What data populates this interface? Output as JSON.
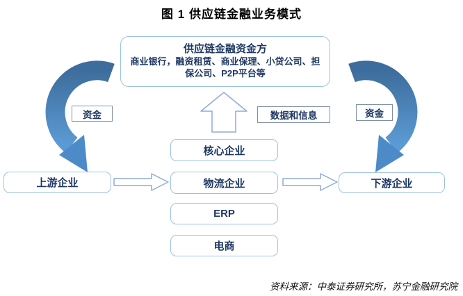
{
  "title": "图 1  供应链金融业务模式",
  "diagram": {
    "funder_box": {
      "title": "供应链金融资金方",
      "body": "商业银行，融资租赁、商业保理、小贷公司、担保公司、P2P平台等"
    },
    "labels": {
      "funds_left": "资金",
      "funds_right": "资金",
      "data_info": "数据和信息"
    },
    "chain": {
      "upstream": "上游企业",
      "logistics": "物流企业",
      "downstream": "下游企业"
    },
    "middle_boxes": [
      "核心企业",
      "物流企业",
      "ERP",
      "电商"
    ],
    "arrows": [
      {
        "name": "funds-flow-left",
        "meaning": "资金 flows from funders down to upstream enterprise"
      },
      {
        "name": "funds-flow-right",
        "meaning": "资金 flows from funders down to downstream enterprise"
      },
      {
        "name": "data-flow-up",
        "meaning": "数据和信息 flows up to funders"
      },
      {
        "name": "flow-upstream-to-logistics",
        "meaning": "上游企业 → 物流企业"
      },
      {
        "name": "flow-logistics-to-downstream",
        "meaning": "物流企业 → 下游企业"
      }
    ]
  },
  "source": "资料来源：中泰证券研究所，苏宁金融研究院",
  "colors": {
    "box_border": "#9cc2e5",
    "text_navy": "#1f3864",
    "curved_arrow_top": "#3d6d9c",
    "curved_arrow_bottom": "#5b9bd5",
    "arrow_head": "#4d8bc8",
    "hollow_arrow_border": "#8faadc"
  }
}
